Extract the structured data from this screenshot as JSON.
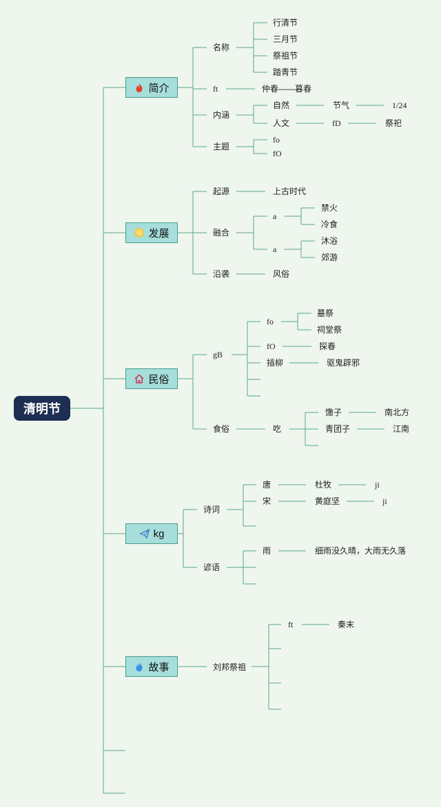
{
  "root": "清明节",
  "icons": {
    "flame_color": "#e2442a",
    "sun_color": "#f1c84a",
    "house_color": "#d23a5c",
    "plane_color": "#3b83c9",
    "flame2_color": "#3c8ee8"
  },
  "branches": {
    "intro": {
      "label": "简介",
      "icon": "flame-icon"
    },
    "dev": {
      "label": "发展",
      "icon": "sun-icon"
    },
    "custom": {
      "label": "民俗",
      "icon": "house-icon"
    },
    "kg": {
      "label": "kg",
      "icon": "paper-plane-icon"
    },
    "story": {
      "label": "故事",
      "icon": "flame-icon"
    }
  },
  "intro": {
    "name": "名称",
    "names": [
      "行清节",
      "三月节",
      "祭祖节",
      "踏青节"
    ],
    "ft": "ft",
    "ft_value": "仲春——暮春",
    "meaning": "内涵",
    "nature": "自然",
    "solar_term": "节气",
    "date": "1/24",
    "culture": "人文",
    "fd": "fD",
    "sacrifice": "祭祀",
    "theme": "主题",
    "theme_items": [
      "fo",
      "fO"
    ]
  },
  "dev": {
    "origin": "起源",
    "origin_value": "上古时代",
    "fusion": "融合",
    "a1": "a",
    "a1_items": [
      "禁火",
      "冷食"
    ],
    "a2": "a",
    "a2_items": [
      "沐浴",
      "郊游"
    ],
    "continue": "沿袭",
    "continue_value": "风俗"
  },
  "custom": {
    "gb": "gB",
    "fo": "fo",
    "fo_items": [
      "墓祭",
      "祠堂祭"
    ],
    "fO": "fO",
    "fO_value": "探春",
    "willow": "插柳",
    "willow_value": "驱鬼辟邪",
    "food": "食俗",
    "eat": "吃",
    "foods": [
      {
        "name": "馓子",
        "region": "南北方"
      },
      {
        "name": "青团子",
        "region": "江南"
      }
    ]
  },
  "kg": {
    "poetry": "诗词",
    "poems": [
      {
        "dynasty": "唐",
        "poet": "杜牧",
        "note": "ji"
      },
      {
        "dynasty": "宋",
        "poet": "黄庭坚",
        "note": "ji"
      }
    ],
    "proverb": "谚语",
    "rain": "雨",
    "rain_value": "细雨没久晴，大雨无久落"
  },
  "story": {
    "topic": "刘邦祭祖",
    "ft": "ft",
    "ft_value": "秦末"
  }
}
